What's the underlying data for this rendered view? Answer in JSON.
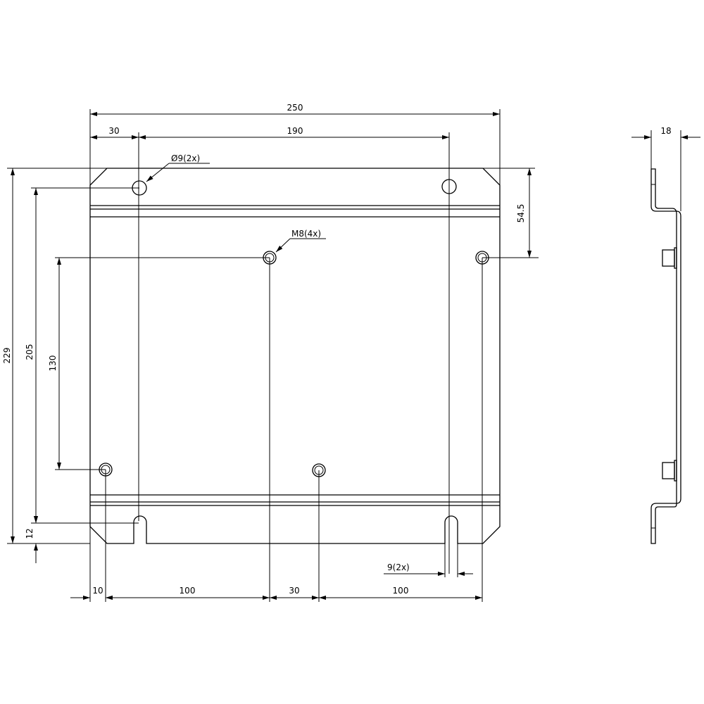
{
  "drawing": {
    "type": "technical-drawing",
    "front_view": {
      "overall_width": "250",
      "hole_edge_offset_top": "30",
      "hole_spacing_top": "190",
      "overall_height": "229",
      "slot_to_hole_height": "205",
      "m8_vertical_spacing": "130",
      "bottom_slot_height": "12",
      "top_to_m8_distance": "54.5",
      "bottom_dims": [
        "10",
        "100",
        "30",
        "100"
      ],
      "callouts": {
        "top_holes": "Ø9(2x)",
        "threaded_holes": "M8(4x)",
        "slots": "9(2x)"
      }
    },
    "side_view": {
      "depth": "18"
    }
  }
}
